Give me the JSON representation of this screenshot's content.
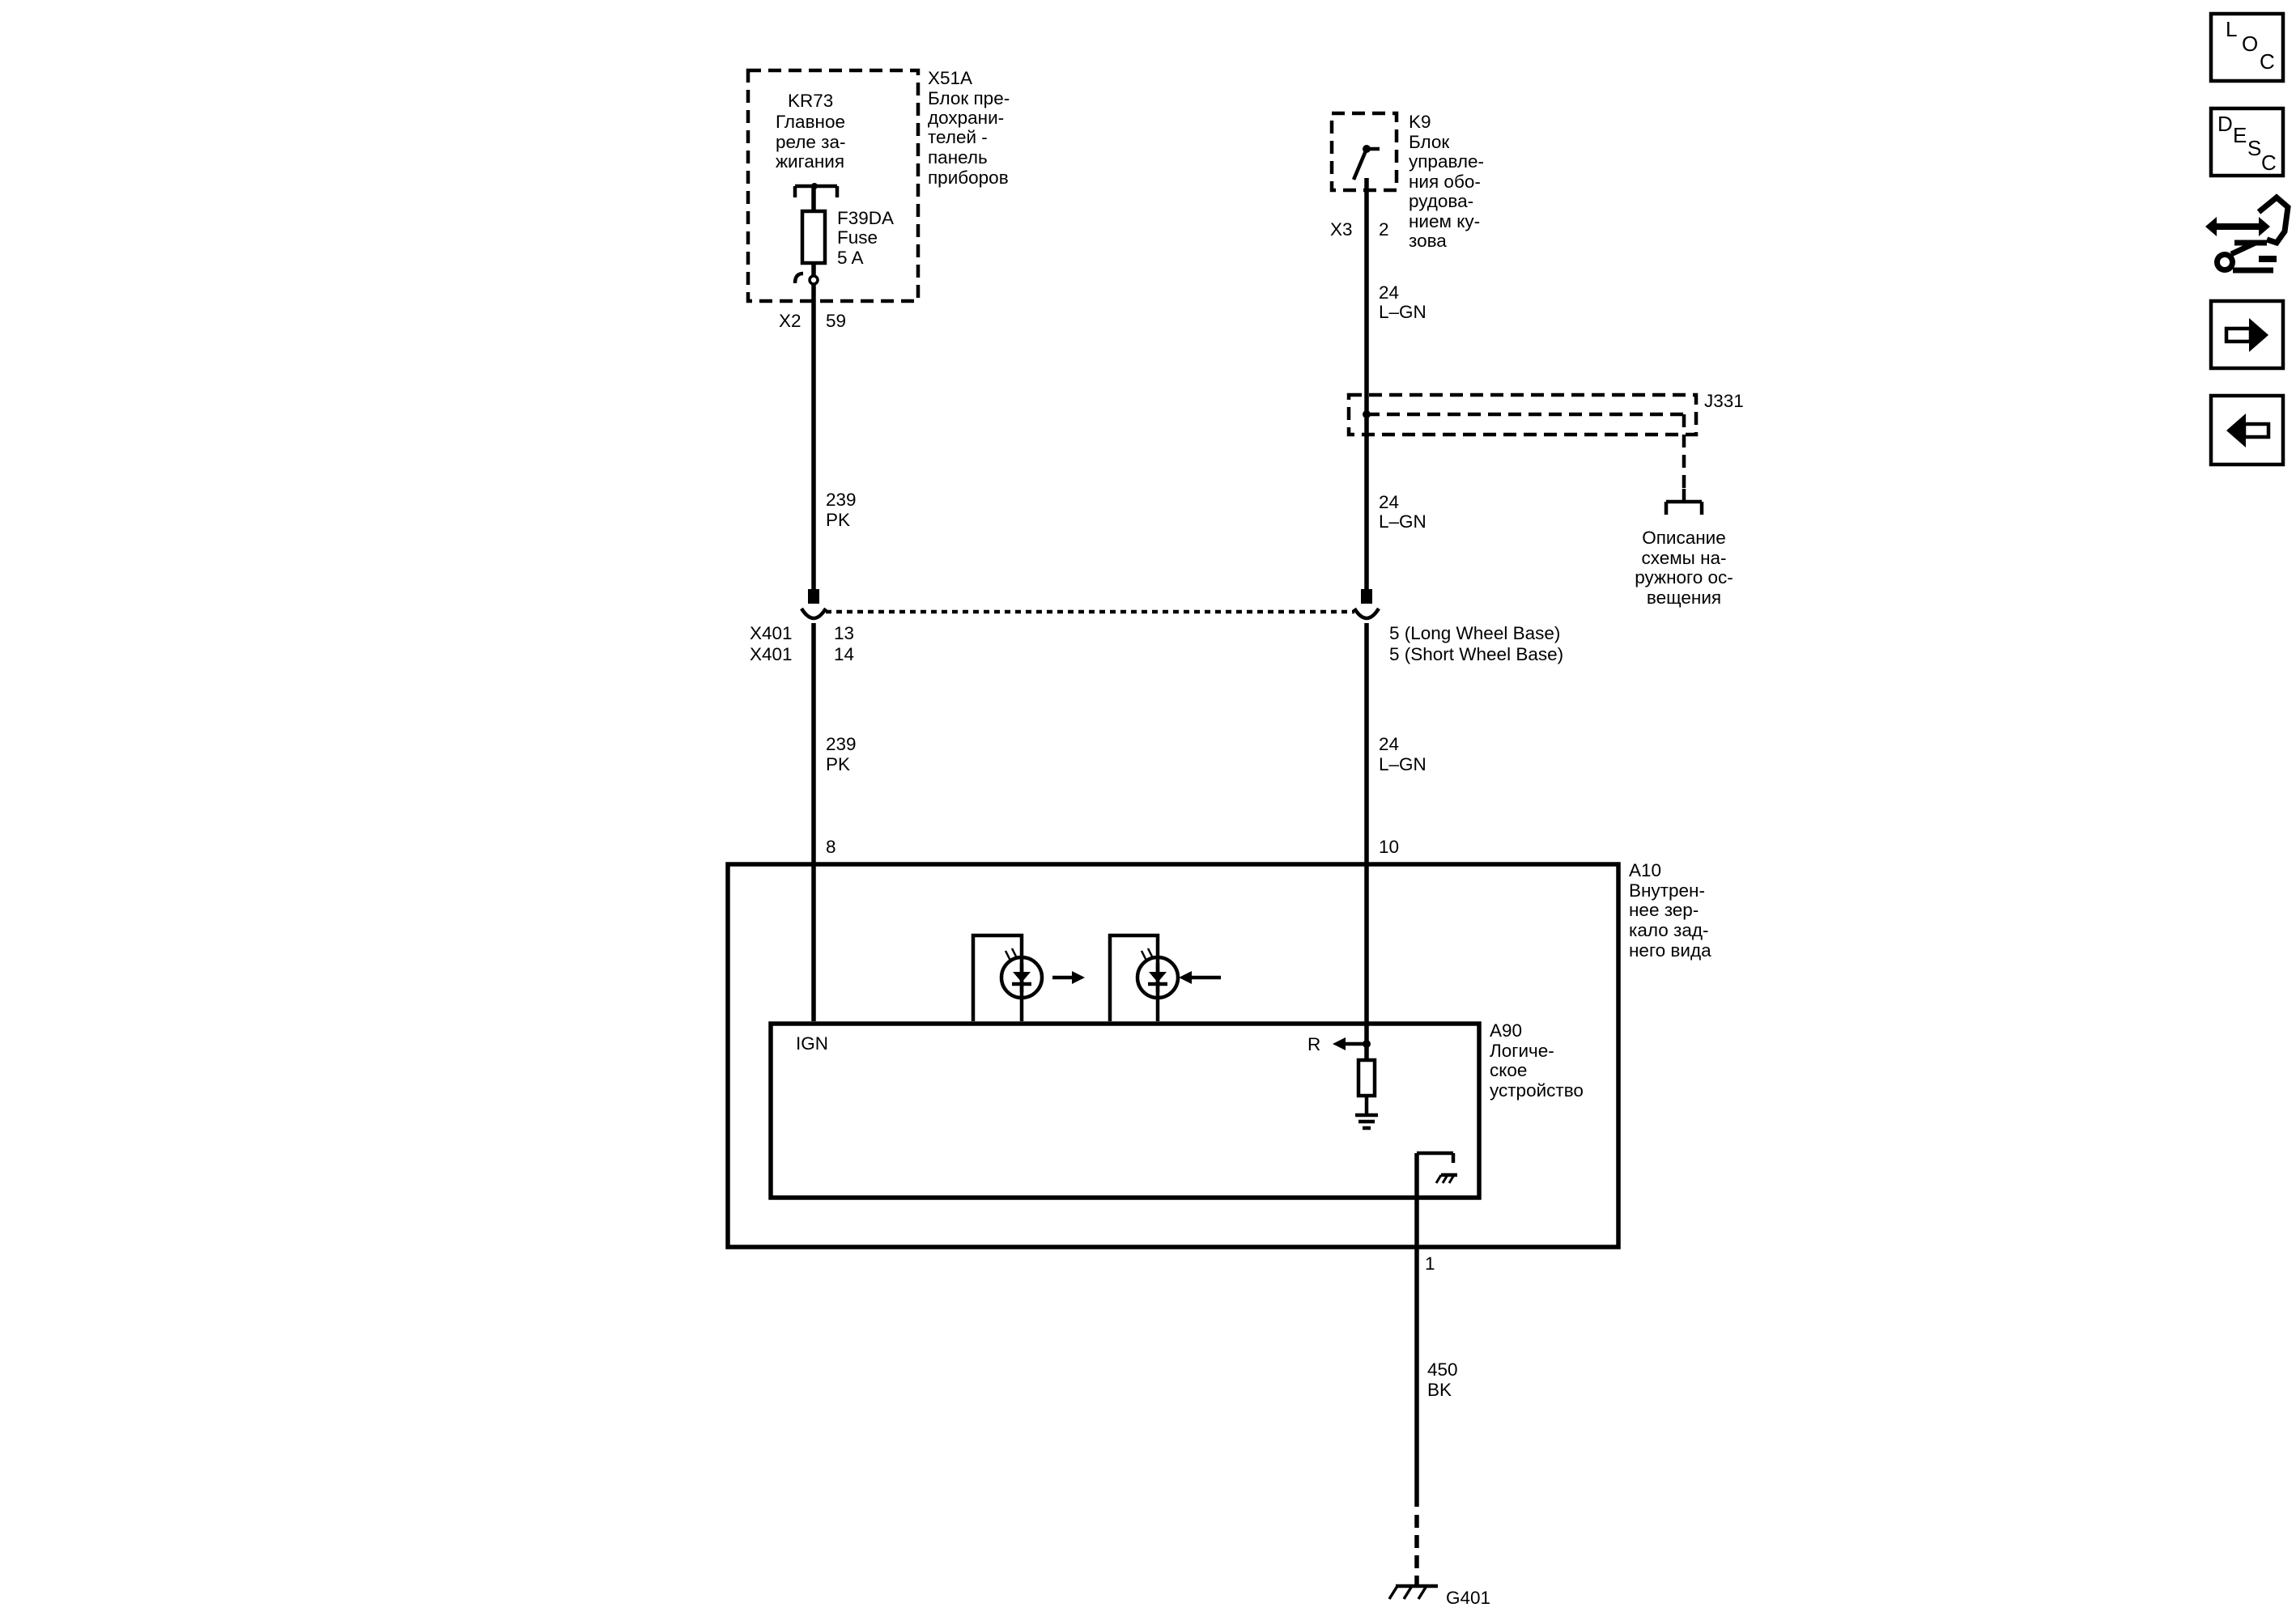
{
  "relay_block": {
    "id": "X51A",
    "desc": [
      "Блок пре-",
      "дохрани-",
      "телей -",
      "панель",
      "приборов"
    ],
    "relay_id": "KR73",
    "relay_desc": [
      "Главное",
      "реле за-",
      "жигания"
    ],
    "fuse_id": "F39DA",
    "fuse_type": "Fuse",
    "fuse_rating": "5 A",
    "connector": "X2",
    "pin": "59"
  },
  "bcm": {
    "id": "K9",
    "desc": [
      "Блок",
      "управле-",
      "ния обо-",
      "рудова-",
      "нием ку-",
      "зова"
    ],
    "connector": "X3",
    "pin": "2"
  },
  "splice": {
    "id": "J331",
    "ref": [
      "Описание",
      "схемы на-",
      "ружного ос-",
      "вещения"
    ]
  },
  "inline_connector": {
    "rows": [
      {
        "id": "X401",
        "pin_left": "13",
        "pin_right": "5 (Long Wheel Base)"
      },
      {
        "id": "X401",
        "pin_left": "14",
        "pin_right": "5 (Short Wheel Base)"
      }
    ]
  },
  "wires": {
    "ign_upper": {
      "circuit": "239",
      "color": "PK"
    },
    "ign_lower": {
      "circuit": "239",
      "color": "PK"
    },
    "sig_top": {
      "circuit": "24",
      "color": "L–GN"
    },
    "sig_mid": {
      "circuit": "24",
      "color": "L–GN"
    },
    "sig_lower": {
      "circuit": "24",
      "color": "L–GN"
    },
    "ground": {
      "circuit": "450",
      "color": "BK"
    }
  },
  "mirror": {
    "id": "A10",
    "desc": [
      "Внутрен-",
      "нее зер-",
      "кало зад-",
      "него вида"
    ],
    "pin_ign": "8",
    "pin_sig": "10",
    "pin_gnd": "1"
  },
  "logic": {
    "id": "A90",
    "desc": [
      "Логиче-",
      "ское",
      "устройство"
    ],
    "ign_label": "IGN",
    "r_label": "R"
  },
  "ground": {
    "id": "G401"
  },
  "nav": {
    "loc": [
      "L",
      "O",
      "C"
    ],
    "desc": [
      "D",
      "E",
      "S",
      "C"
    ],
    "harness_icon": "harness-routing-icon",
    "next_icon": "arrow-right-icon",
    "prev_icon": "arrow-left-icon"
  }
}
